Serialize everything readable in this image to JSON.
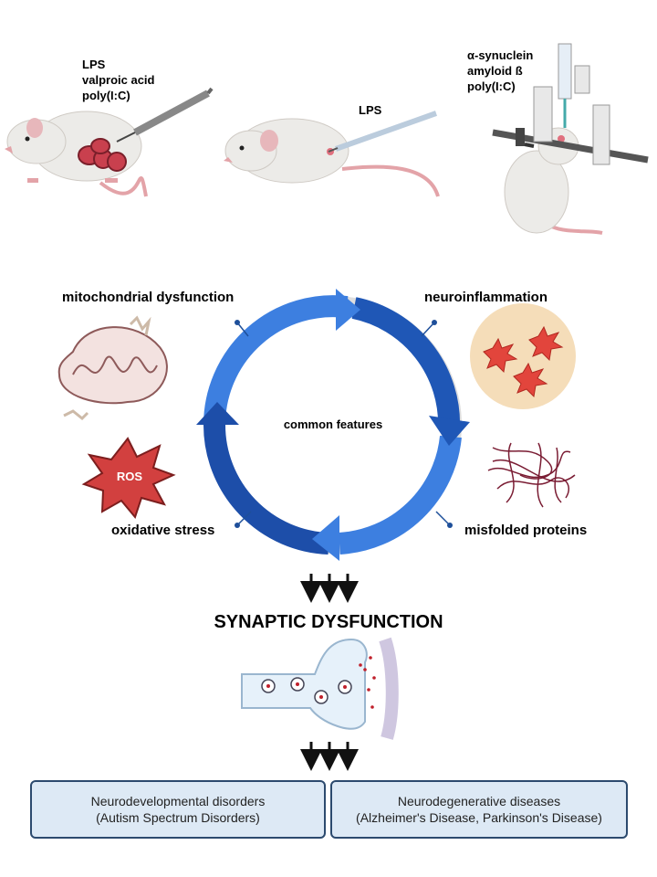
{
  "models": {
    "rat_left": [
      "LPS",
      "valproic acid",
      "poly(I:C)"
    ],
    "mouse_center": [
      "LPS"
    ],
    "rat_right": [
      "α-synuclein",
      "amyloid ß",
      "poly(I:C)"
    ]
  },
  "cycle": {
    "center": "common features",
    "features": [
      "mitochondrial dysfunction",
      "neuroinflammation",
      "misfolded proteins",
      "oxidative stress"
    ]
  },
  "ros_label": "ROS",
  "synaptic_title": "SYNAPTIC DYSFUNCTION",
  "outcomes": [
    {
      "line1": "Neurodevelopmental disorders",
      "line2": "(Autism Spectrum Disorders)"
    },
    {
      "line1": "Neurodegenerative diseases",
      "line2": "(Alzheimer's Disease, Parkinson's Disease)"
    }
  ]
}
